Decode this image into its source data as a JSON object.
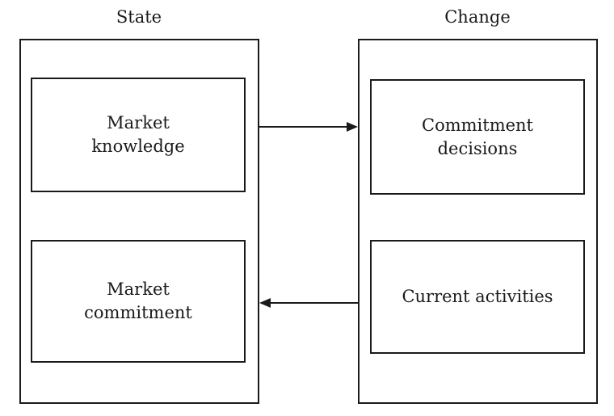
{
  "columns": {
    "state": {
      "header": "State",
      "boxes": [
        {
          "label": "Market\nknowledge"
        },
        {
          "label": "Market\ncommitment"
        }
      ]
    },
    "change": {
      "header": "Change",
      "boxes": [
        {
          "label": "Commitment\ndecisions"
        },
        {
          "label": "Current activities"
        }
      ]
    }
  },
  "colors": {
    "line": "#1a1a1a",
    "background": "#ffffff"
  }
}
